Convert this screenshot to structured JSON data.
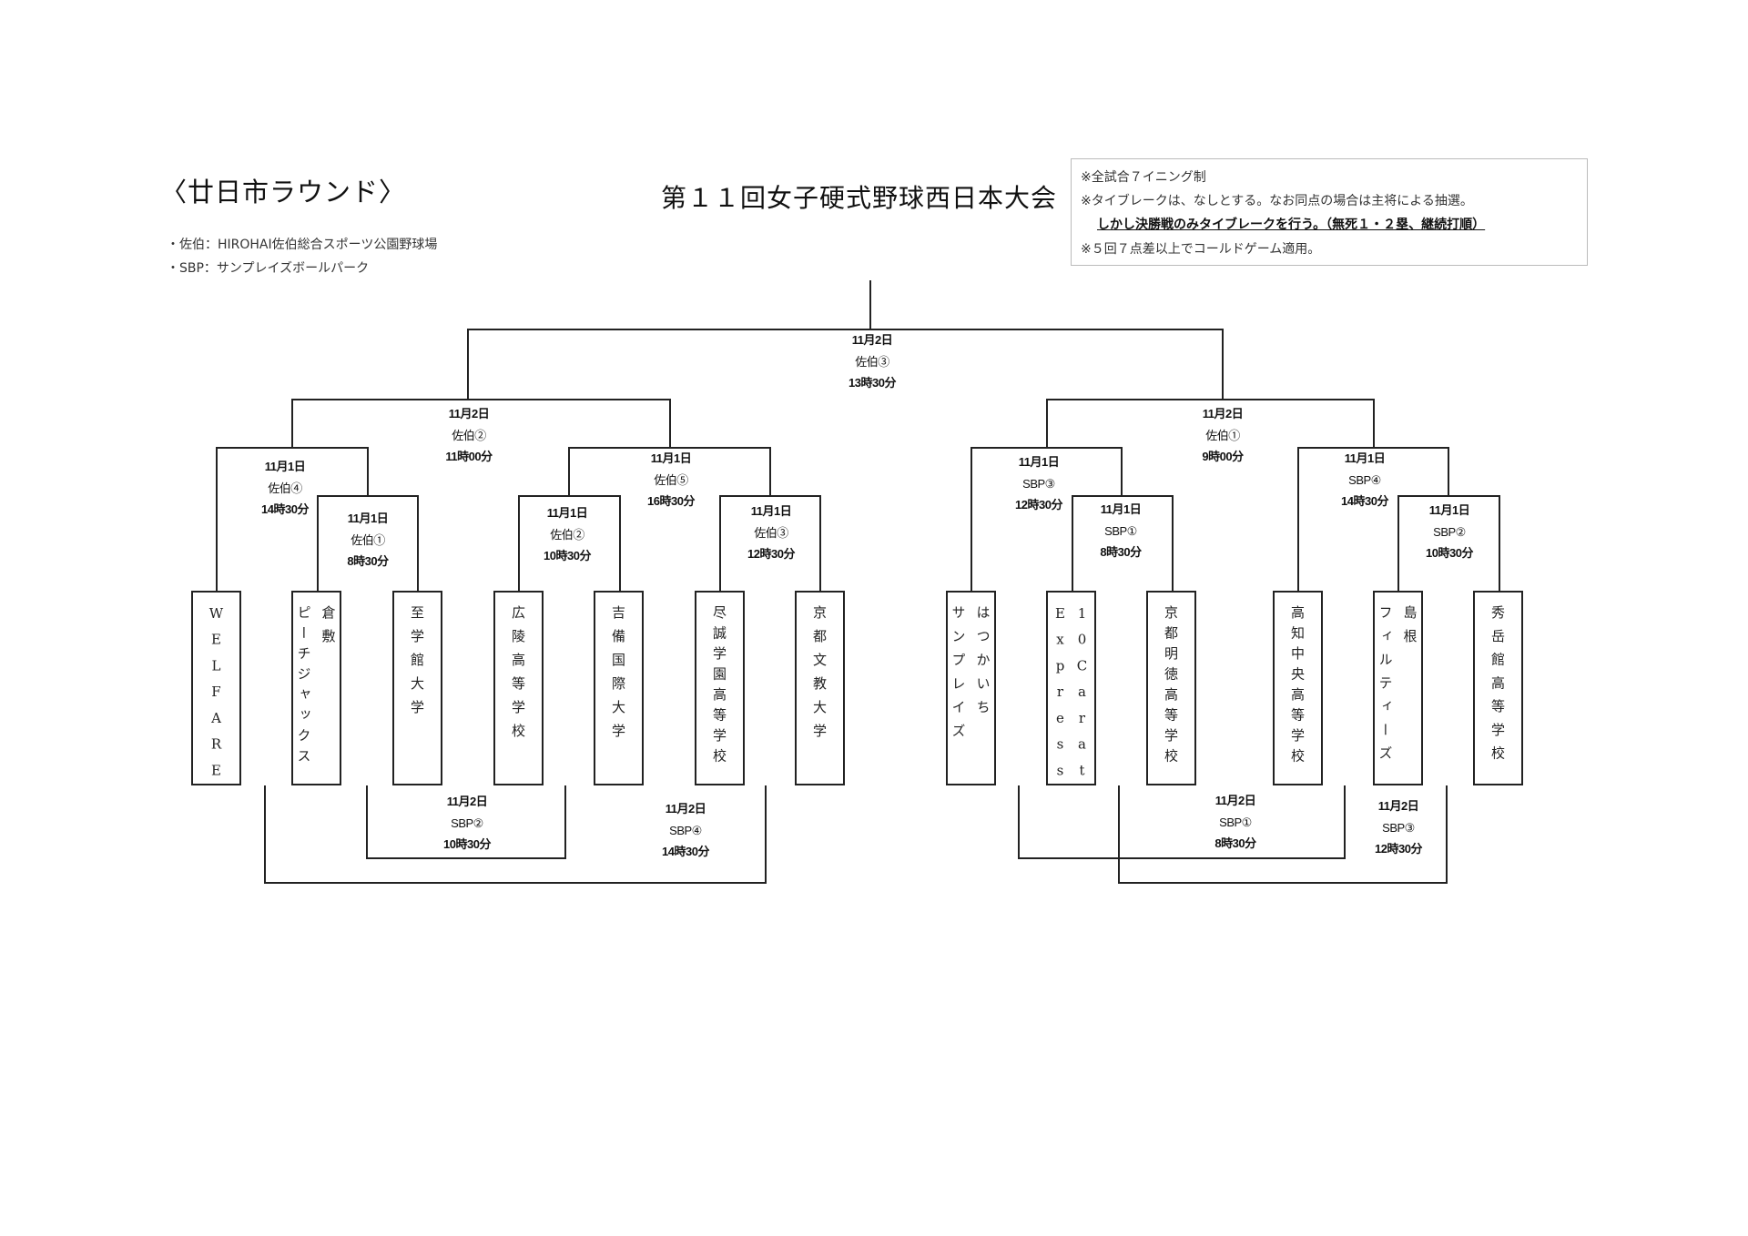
{
  "header": {
    "round_title": "〈廿日市ラウンド〉",
    "main_title": "第１１回女子硬式野球西日本大会",
    "venues": [
      "・佐伯：HIROHAI佐伯総合スポーツ公園野球場",
      "・SBP：サンプレイズボールパーク"
    ]
  },
  "notes": [
    "※全試合７イニング制",
    "※タイブレークは、なしとする。なお同点の場合は主将による抽選。",
    "しかし決勝戦のみタイブレークを行う。（無死１・２塁、継続打順）",
    "※５回７点差以上でコールドゲーム適用。"
  ],
  "matches": [
    {
      "id": "final",
      "date": "11月2日",
      "venue": "佐伯③",
      "time": "13時30分"
    },
    {
      "id": "sf-left",
      "date": "11月2日",
      "venue": "佐伯②",
      "time": "11時00分"
    },
    {
      "id": "sf-right",
      "date": "11月2日",
      "venue": "佐伯①",
      "time": "9時00分"
    },
    {
      "id": "qf1",
      "date": "11月1日",
      "venue": "佐伯④",
      "time": "14時30分"
    },
    {
      "id": "r1-a",
      "date": "11月1日",
      "venue": "佐伯①",
      "time": "8時30分"
    },
    {
      "id": "qf2",
      "date": "11月1日",
      "venue": "佐伯⑤",
      "time": "16時30分"
    },
    {
      "id": "r1-b",
      "date": "11月1日",
      "venue": "佐伯②",
      "time": "10時30分"
    },
    {
      "id": "r1-c",
      "date": "11月1日",
      "venue": "佐伯③",
      "time": "12時30分"
    },
    {
      "id": "qf3",
      "date": "11月1日",
      "venue": "SBP③",
      "time": "12時30分"
    },
    {
      "id": "r1-d",
      "date": "11月1日",
      "venue": "SBP①",
      "time": "8時30分"
    },
    {
      "id": "qf4",
      "date": "11月1日",
      "venue": "SBP④",
      "time": "14時30分"
    },
    {
      "id": "r1-e",
      "date": "11月1日",
      "venue": "SBP②",
      "time": "10時30分"
    },
    {
      "id": "cons-l-inner",
      "date": "11月2日",
      "venue": "SBP②",
      "time": "10時30分"
    },
    {
      "id": "cons-l-outer",
      "date": "11月2日",
      "venue": "SBP④",
      "time": "14時30分"
    },
    {
      "id": "cons-r-inner",
      "date": "11月2日",
      "venue": "SBP①",
      "time": "8時30分"
    },
    {
      "id": "cons-r-outer",
      "date": "11月2日",
      "venue": "SBP③",
      "time": "12時30分"
    }
  ],
  "teams": [
    {
      "columns": [
        "WELFARE"
      ]
    },
    {
      "columns": [
        "倉敷",
        "ピーチジャックス"
      ]
    },
    {
      "columns": [
        "至学館大学"
      ]
    },
    {
      "columns": [
        "広陵高等学校"
      ]
    },
    {
      "columns": [
        "吉備国際大学"
      ]
    },
    {
      "columns": [
        "尽誠学園高等学校"
      ]
    },
    {
      "columns": [
        "京都文教大学"
      ]
    },
    {
      "columns": [
        "はつかいち",
        "サンプレイズ"
      ]
    },
    {
      "columns": [
        "10Carat",
        "Express"
      ]
    },
    {
      "columns": [
        "京都明徳高等学校"
      ]
    },
    {
      "columns": [
        "高知中央高等学校"
      ]
    },
    {
      "columns": [
        "島根",
        "フィルティーズ"
      ]
    },
    {
      "columns": [
        "秀岳館高等学校"
      ]
    }
  ]
}
